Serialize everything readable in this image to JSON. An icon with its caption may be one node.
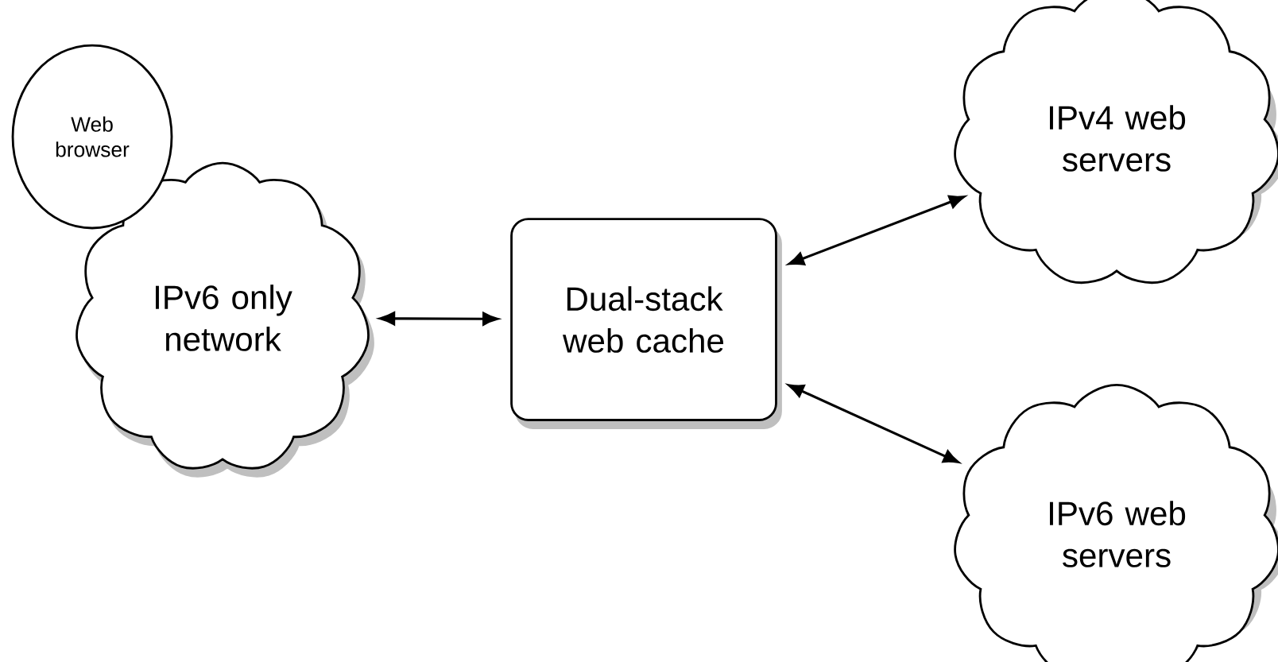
{
  "diagram": {
    "nodes": [
      {
        "text": [
          "Web browser"
        ]
      },
      {
        "text": [
          "IPv6 only network"
        ]
      },
      {
        "text": [
          "Dual-stack web cache"
        ]
      },
      {
        "text": [
          "IPv4 web servers"
        ]
      },
      {
        "text": [
          "IPv6 web servers"
        ]
      }
    ],
    "edges": [
      {
        "from": 1,
        "to": 2,
        "arrow": "both"
      },
      {
        "from": 2,
        "to": 3,
        "arrow": "both"
      },
      {
        "from": 2,
        "to": 4,
        "arrow": "both"
      }
    ]
  }
}
